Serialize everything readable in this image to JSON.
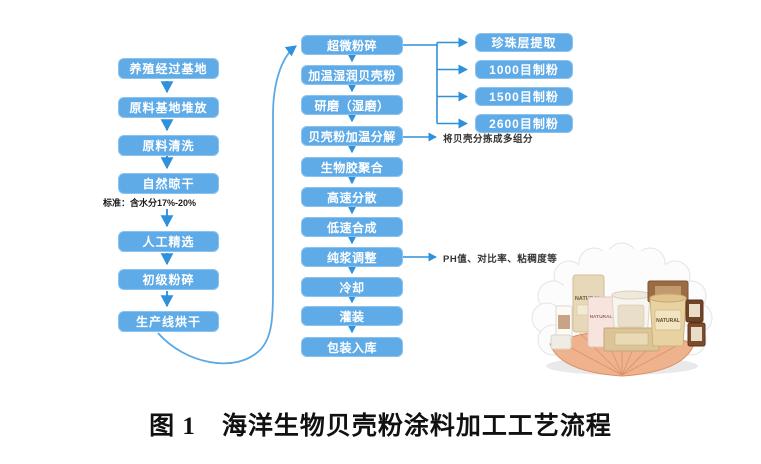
{
  "figure": {
    "caption": "图 1　海洋生物贝壳粉涂料加工工艺流程"
  },
  "colors": {
    "box_fill": "#5fabe8",
    "arrow": "#3b97de",
    "note_text": "#1b1b1b",
    "shell_orange": "#e8a47f"
  },
  "flow": {
    "left": {
      "steps": [
        "养殖经过基地",
        "原料基地堆放",
        "原料清洗",
        "自然晾干",
        "人工精选",
        "初级粉碎",
        "生产线烘干"
      ],
      "standard_note": "标准：含水分17%-20%"
    },
    "middle": {
      "steps": [
        "超微粉碎",
        "加温湿润贝壳粉",
        "研磨（湿磨）",
        "贝壳粉加温分解",
        "生物胶聚合",
        "高速分散",
        "低速合成",
        "纯浆调整",
        "冷却",
        "灌装",
        "包装入库"
      ]
    },
    "right": {
      "steps": [
        "珍珠层提取",
        "1000目制粉",
        "1500目制粉",
        "2600目制粉"
      ]
    },
    "annotations": {
      "sort_note": "将贝壳分拣成多组分",
      "adjust_note": "PH值、对比率、粘稠度等"
    }
  },
  "product_image": {
    "labels": [
      "NATURAL",
      "NATURAL",
      "NATURAL"
    ]
  }
}
